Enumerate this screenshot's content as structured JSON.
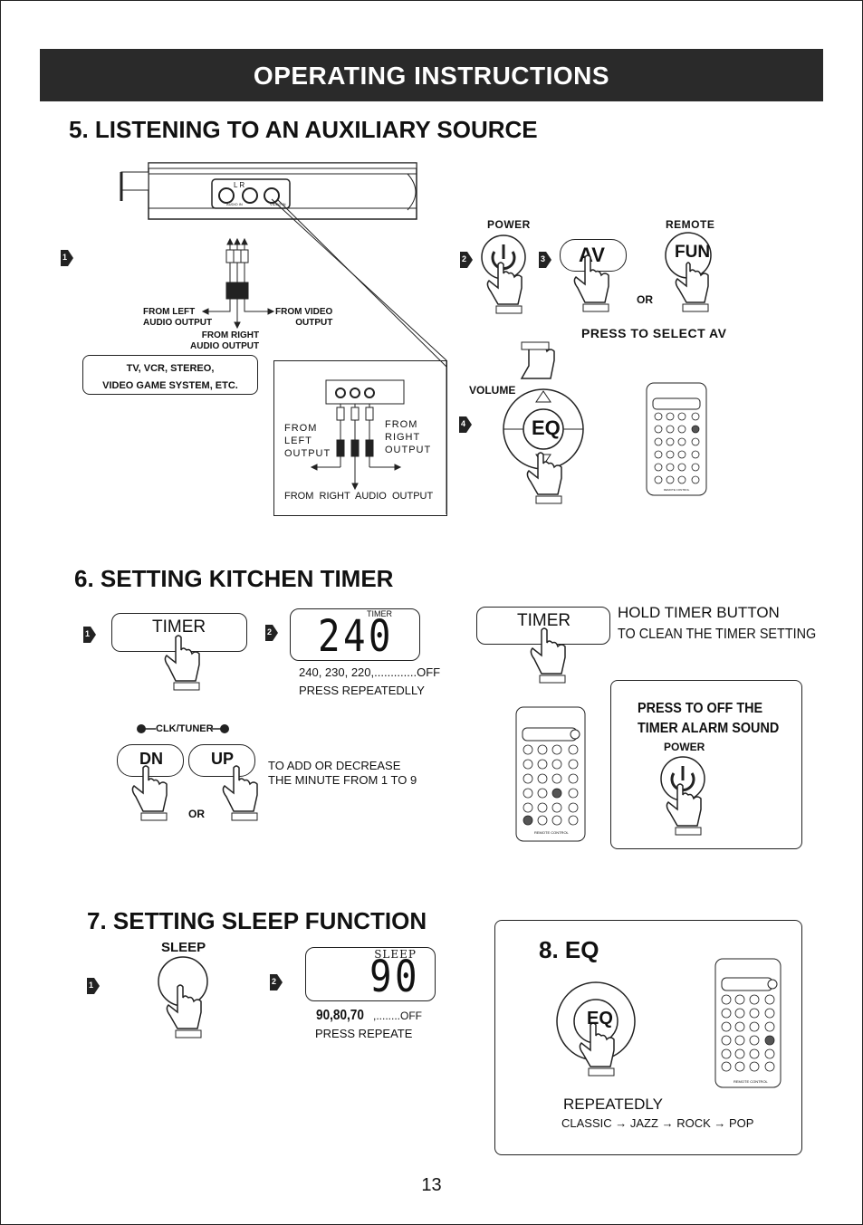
{
  "header": {
    "title": "OPERATING INSTRUCTIONS"
  },
  "section5": {
    "title": "5. LISTENING TO AN AUXILIARY SOURCE",
    "device": {
      "jack_lr": "L    R",
      "audio_in": "AUDIO IN",
      "video_in": "VIDEO IN"
    },
    "labels": {
      "from_left": "FROM LEFT\nAUDIO OUTPUT",
      "from_video": "FROM VIDEO\nOUTPUT",
      "from_right": "FROM RIGHT\nAUDIO OUTPUT",
      "source_box": "TV, VCR, STEREO,\nVIDEO GAME SYSTEM, ETC.",
      "inset_from_left": "FROM\nLEFT\nOUTPUT",
      "inset_from_right": "FROM\nRIGHT\nOUTPUT",
      "inset_from_right_audio": "FROM  RIGHT  AUDIO  OUTPUT"
    },
    "power_label": "POWER",
    "remote_label": "REMOTE",
    "av_button": "AV",
    "fun_button": "FUN",
    "or": "OR",
    "press_select": "PRESS TO SELECT AV",
    "volume_label": "VOLUME",
    "eq_button": "EQ",
    "steps": [
      "1",
      "2",
      "3",
      "4"
    ]
  },
  "section6": {
    "title": "6. SETTING KITCHEN TIMER",
    "timer_button": "TIMER",
    "lcd_label": "TIMER",
    "lcd_value": "240",
    "sequence": "240, 230, 220,.............OFF",
    "press_repeat": "PRESS REPEATEDLLY",
    "clk_tuner": "CLK/TUNER",
    "dn": "DN",
    "up": "UP",
    "or": "OR",
    "add_decrease": "TO ADD OR DECREASE\nTHE MINUTE FROM 1 TO 9",
    "hold_timer": "HOLD TIMER BUTTON",
    "to_clean": "TO CLEAN THE TIMER SETTING",
    "press_off": "PRESS TO OFF THE\nTIMER ALARM SOUND",
    "power_label": "POWER",
    "steps": [
      "1",
      "2"
    ]
  },
  "section7": {
    "title": "7. SETTING SLEEP FUNCTION",
    "sleep_label": "SLEEP",
    "lcd_label": "SLEEP",
    "lcd_value": "90",
    "sequence_bold": "90,80,70",
    "sequence_rest": " ,........OFF",
    "press_repeat": "PRESS REPEATE",
    "steps": [
      "1",
      "2"
    ]
  },
  "section8": {
    "title": "8. EQ",
    "eq_button": "EQ",
    "repeatedly": "REPEATEDLY",
    "modes": [
      "CLASSIC",
      "JAZZ",
      "ROCK",
      "POP"
    ]
  },
  "remote": {
    "label": "REMOTE CONTROL",
    "power": "POWER"
  },
  "page_number": "13"
}
